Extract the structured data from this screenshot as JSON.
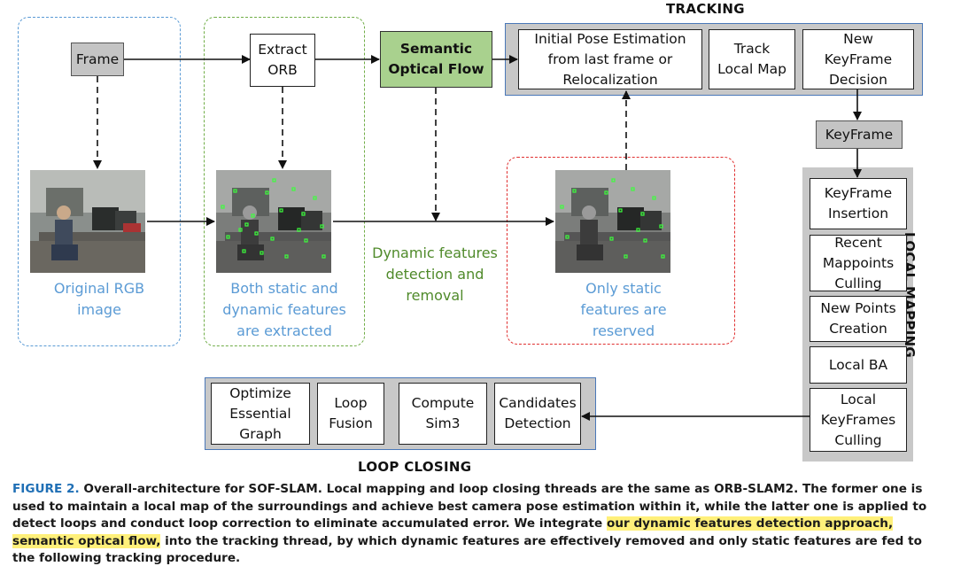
{
  "tracking": {
    "title": "TRACKING",
    "initial_pose": "Initial Pose Estimation\nfrom last frame or\nRelocalization",
    "track_local_map": "Track\nLocal Map",
    "new_keyframe": "New\nKeyFrame\nDecision"
  },
  "local_mapping": {
    "title": "LOCAL MAPPING",
    "keyframe_insertion": "KeyFrame\nInsertion",
    "recent_mappoints": "Recent\nMappoints\nCulling",
    "new_points": "New Points\nCreation",
    "local_ba": "Local BA",
    "local_kf_culling": "Local\nKeyFrames\nCulling"
  },
  "loop_closing": {
    "title": "LOOP CLOSING",
    "optimize": "Optimize\nEssential\nGraph",
    "loop_fusion": "Loop\nFusion",
    "compute_sim3": "Compute\nSim3",
    "candidates": "Candidates\nDetection"
  },
  "pipeline": {
    "frame": "Frame",
    "extract_orb": "Extract\nORB",
    "semantic_optical_flow": "Semantic\nOptical Flow",
    "keyframe": "KeyFrame"
  },
  "captions": {
    "original": "Original RGB\nimage",
    "both": "Both static and\ndynamic features\nare extracted",
    "dynamic": "Dynamic features\ndetection and\nremoval",
    "only_static": "Only static\nfeatures are\nreserved"
  },
  "figure_caption": {
    "label": "FIGURE 2.",
    "text_part1": " Overall-architecture for SOF-SLAM. Local mapping and loop closing threads are the same as ORB-SLAM2. The former one is used to maintain a local map of the surroundings and achieve best camera pose estimation within it, while the latter one is applied to detect loops and conduct loop correction to eliminate accumulated error. We integrate ",
    "highlight": "our dynamic features detection approach, semantic optical flow,",
    "text_part2": " into the tracking thread, by which dynamic features are effectively removed and only static features are fed to the following tracking procedure."
  },
  "colors": {
    "blue_dash": "#5b9bd5",
    "green_dash": "#70ad47",
    "red_dash": "#e03030",
    "semantic_green": "#a9d18e",
    "caption_blue": "#1f6fb5",
    "highlight": "#fff07a"
  }
}
